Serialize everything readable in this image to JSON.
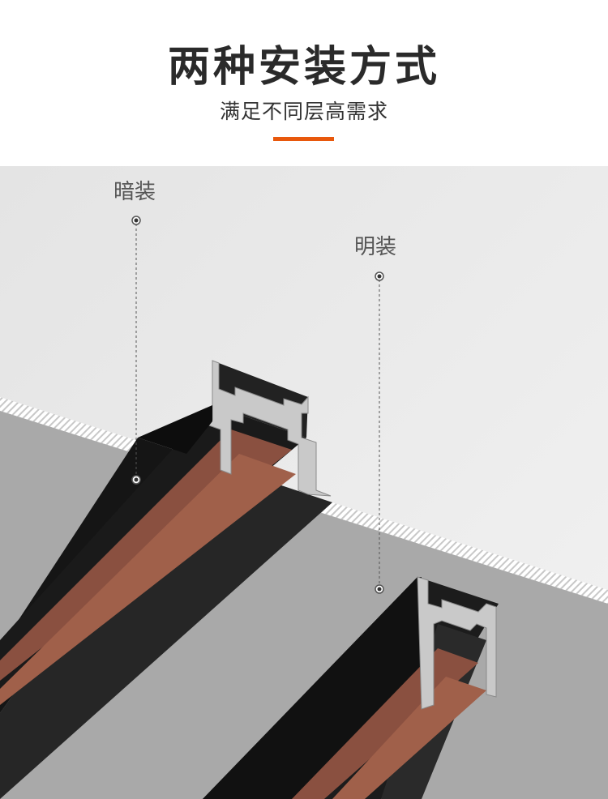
{
  "header": {
    "title": "两种安装方式",
    "subtitle": "满足不同层高需求"
  },
  "labels": {
    "recessed": "暗装",
    "surface": "明装"
  },
  "colors": {
    "accent": "#e8580c",
    "rail": "#1e1e1e",
    "copper": "#a0604a",
    "ceiling": "#a9a9a9",
    "wall": "#e9e9e9"
  }
}
